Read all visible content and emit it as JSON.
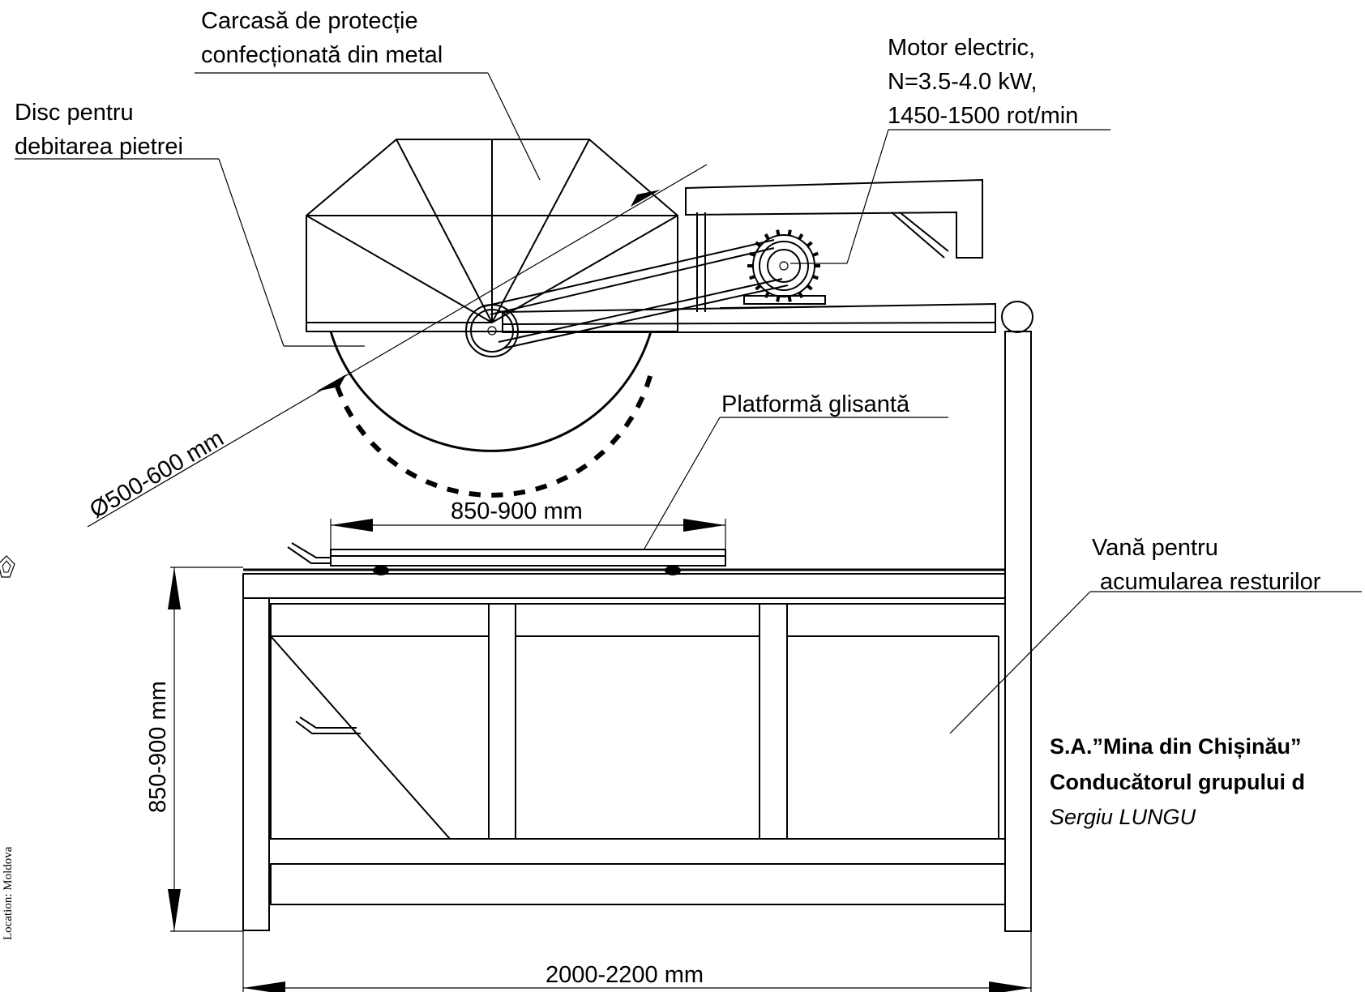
{
  "labels": {
    "housing_line1": "Carcasă de protecție",
    "housing_line2": "confecționată din metal",
    "disc_line1": "Disc pentru",
    "disc_line2": "debitarea pietrei",
    "motor_line1": "Motor electric,",
    "motor_line2": "N=3.5-4.0 kW,",
    "motor_line3": "1450-1500 rot/min",
    "platform": "Platformă glisantă",
    "tank_line1": "Vană pentru",
    "tank_line2": "acumularea resturilor"
  },
  "dimensions": {
    "disc_diameter": "Ø500-600 mm",
    "platform_length": "850-900 mm",
    "table_height": "850-900 mm",
    "overall_length": "2000-2200 mm"
  },
  "credits": {
    "organization": "S.A.”Mina din Chișinău”",
    "role": "Conducătorul grupului d",
    "person": "Sergiu LUNGU"
  },
  "margin_note": "Location: Moldova"
}
